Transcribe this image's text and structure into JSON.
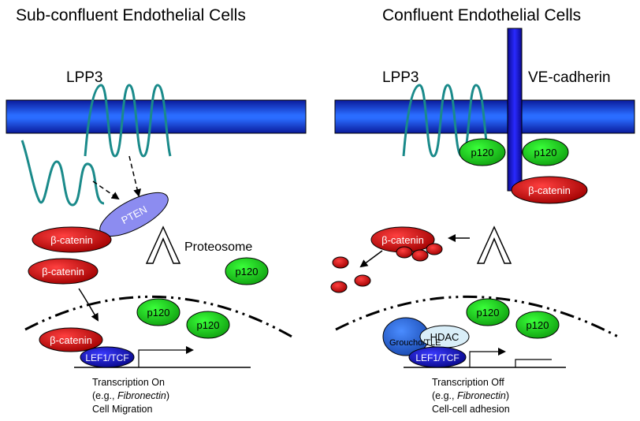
{
  "left_panel": {
    "title": "Sub-confluent Endothelial Cells",
    "lpp3": "LPP3",
    "pten": "PTEN",
    "beta_catenin_1": "β-catenin",
    "beta_catenin_2": "β-catenin",
    "beta_catenin_nuclear": "β-catenin",
    "proteosome": "Proteosome",
    "p120_cytoplasm": "p120",
    "p120_nuclear_1": "p120",
    "p120_nuclear_2": "p120",
    "lef1_tcf": "LEF1/TCF",
    "caption_line1": "Transcription  On",
    "caption_line2_open": "(e.g., ",
    "caption_line2_italic": "Fibronectin",
    "caption_line2_close": ")",
    "caption_line3": "Cell Migration"
  },
  "right_panel": {
    "title": "Confluent Endothelial Cells",
    "lpp3": "LPP3",
    "ve_cadherin": "VE-cadherin",
    "p120_membrane_1": "p120",
    "p120_membrane_2": "p120",
    "beta_catenin_membrane": "β-catenin",
    "beta_catenin_degraded": "β-catenin",
    "p120_nuclear_1": "p120",
    "p120_nuclear_2": "p120",
    "groucho_tle": "Groucho/TLE",
    "hdac": "HDAC",
    "lef1_tcf": "LEF1/TCF",
    "caption_line1": "Transcription  Off",
    "caption_line2_open": "(e.g., ",
    "caption_line2_italic": "Fibronectin",
    "caption_line2_close": ")",
    "caption_line3": "Cell-cell adhesion"
  },
  "colors": {
    "membrane": "#1a3cff",
    "lpp3_coil": "#1a8a8a",
    "p120": "#1fc21f",
    "beta_catenin": "#e01010",
    "pten": "#8c8cf0",
    "lef1_tcf": "#1010c0",
    "groucho_tle": "#2a6ee0",
    "hdac": "#d9eef8",
    "ve_cadherin": "#1515c8"
  }
}
